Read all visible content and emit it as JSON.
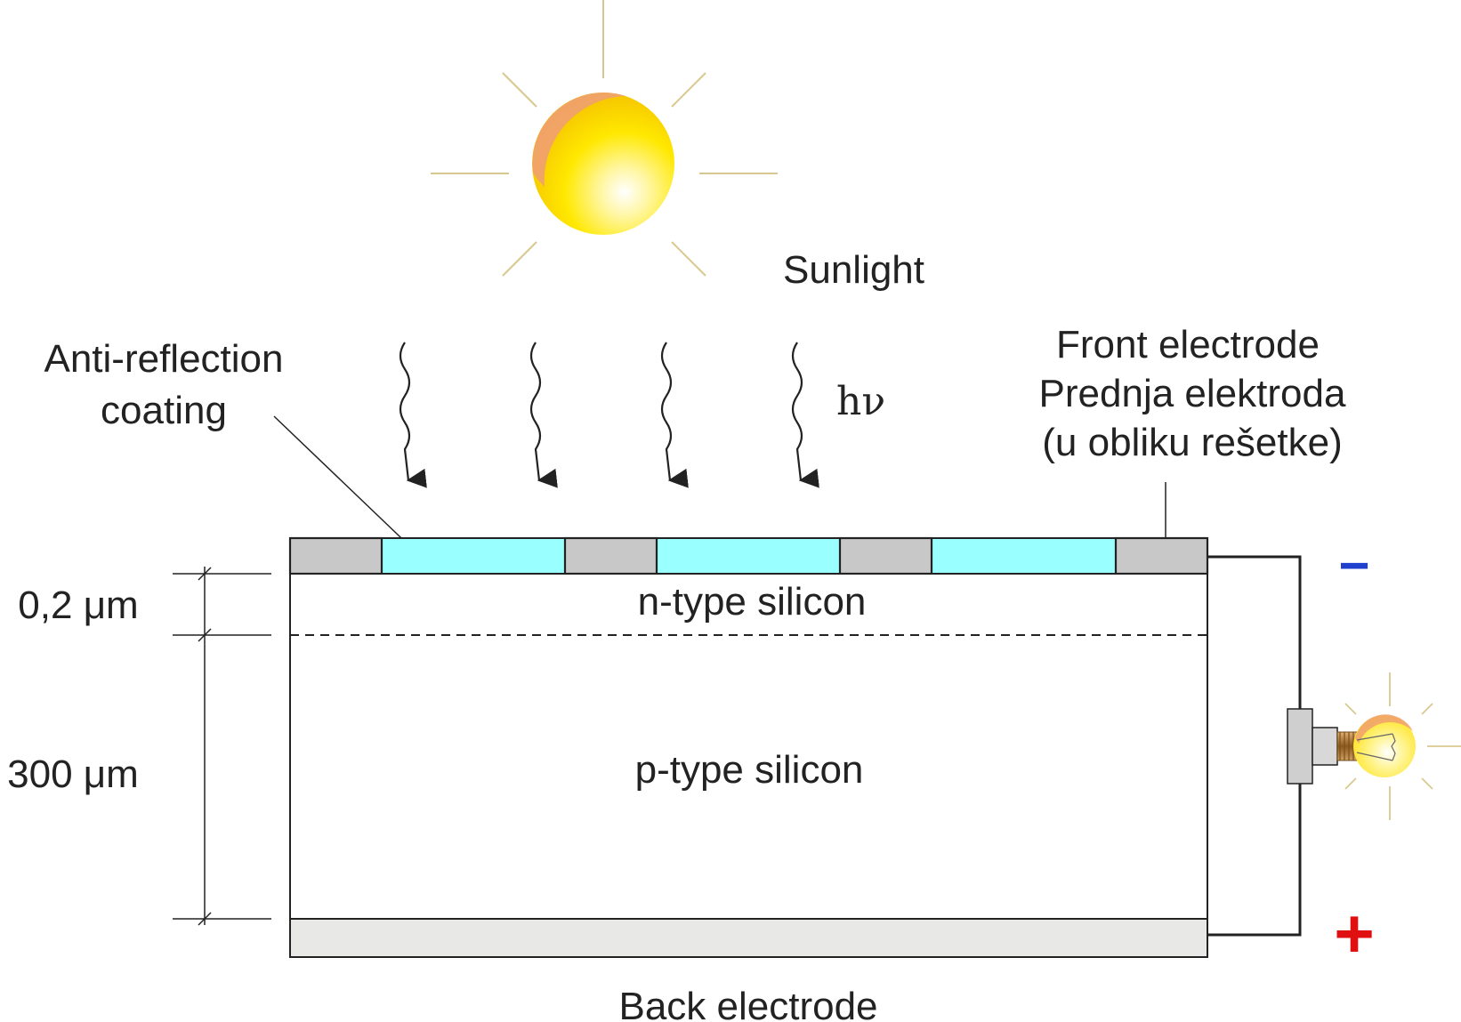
{
  "labels": {
    "sunlight": "Sunlight",
    "photon": "hν",
    "anti_reflection_line1": "Anti-reflection",
    "anti_reflection_line2": "coating",
    "front_electrode_line1": "Front electrode",
    "front_electrode_line2": "Prednja elektroda",
    "front_electrode_line3": "(u obliku rešetke)",
    "n_type": "n-type silicon",
    "p_type": "p-type silicon",
    "back_electrode": "Back electrode",
    "thickness_n": "0,2 μm",
    "thickness_p": "300 μm",
    "minus_sign": "−",
    "plus_sign": "+"
  },
  "colors": {
    "coating": "#99ffff",
    "electrode_grid": "#c8c8c8",
    "back_electrode": "#e8e8e6",
    "wire": "#222222",
    "minus": "#1f3fcf",
    "plus": "#e01010",
    "sun_core": "#ffe800",
    "sun_edge": "#f0a070",
    "sun_ray": "#d8c890"
  },
  "icons": {
    "sun": "sun-icon",
    "light_bulb": "light-bulb-icon",
    "photon_arrow": "wavy-arrow-icon"
  }
}
